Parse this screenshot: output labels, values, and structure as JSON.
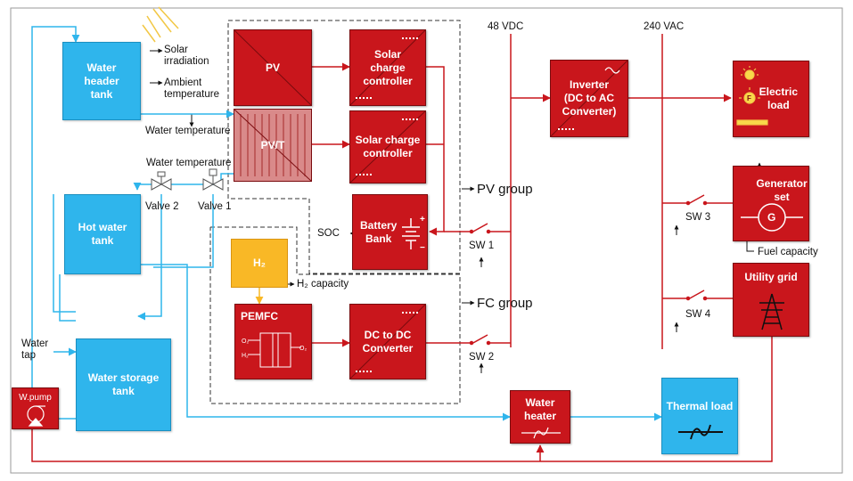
{
  "components": {
    "water_header_tank": "Water\nheader\ntank",
    "hot_water_tank": "Hot water\ntank",
    "water_storage_tank": "Water storage\ntank",
    "pv": "PV",
    "pvt": "PV/T",
    "solar_cc_1": "Solar\ncharge\ncontroller",
    "solar_cc_2": "Solar charge\ncontroller",
    "battery": "Battery\nBank",
    "h2": "H₂",
    "pemfc": "PEMFC",
    "dcdc": "DC to DC\nConverter",
    "inverter": "Inverter\n(DC to AC\nConverter)",
    "electric_load": "Electric\nload",
    "generator": "Generator\nset",
    "utility_grid": "Utility grid",
    "water_heater": "Water\nheater",
    "thermal_load": "Thermal load",
    "wpump": "W.pump"
  },
  "labels": {
    "solar_irradiation": "Solar\nirradiation",
    "ambient_temperature": "Ambient\ntemperature",
    "water_temperature_1": "Water temperature",
    "water_temperature_2": "Water temperature",
    "valve_2": "Valve 2",
    "valve_1": "Valve 1",
    "soc": "SOC",
    "h2_capacity": "H₂ capacity",
    "water_tap": "Water\ntap",
    "bus_48": "48 VDC",
    "bus_240": "240 VAC",
    "sw1": "SW 1",
    "sw2": "SW 2",
    "sw3": "SW 3",
    "sw4": "SW 4",
    "fuel_capacity": "Fuel capacity",
    "pv_group": "PV group",
    "fc_group": "FC group"
  },
  "pemfc_pins": [
    "O₂",
    "H₂",
    "O₂"
  ],
  "battery_pins": [
    "+",
    "−"
  ],
  "electric_load_marks": [
    "F"
  ],
  "colors": {
    "electrical": "#c9161c",
    "thermal_fluid": "#2fb5ec",
    "component_red": "#c9161c",
    "component_blue": "#2fb5ec",
    "hydrogen": "#f9b826",
    "sun": "#f2c744"
  },
  "icons": [
    "sun-rays-icon",
    "lamp-icon",
    "generator-icon",
    "transmission-tower-icon",
    "heat-exchanger-icon",
    "pump-icon",
    "valve-icon",
    "switch-icon"
  ]
}
